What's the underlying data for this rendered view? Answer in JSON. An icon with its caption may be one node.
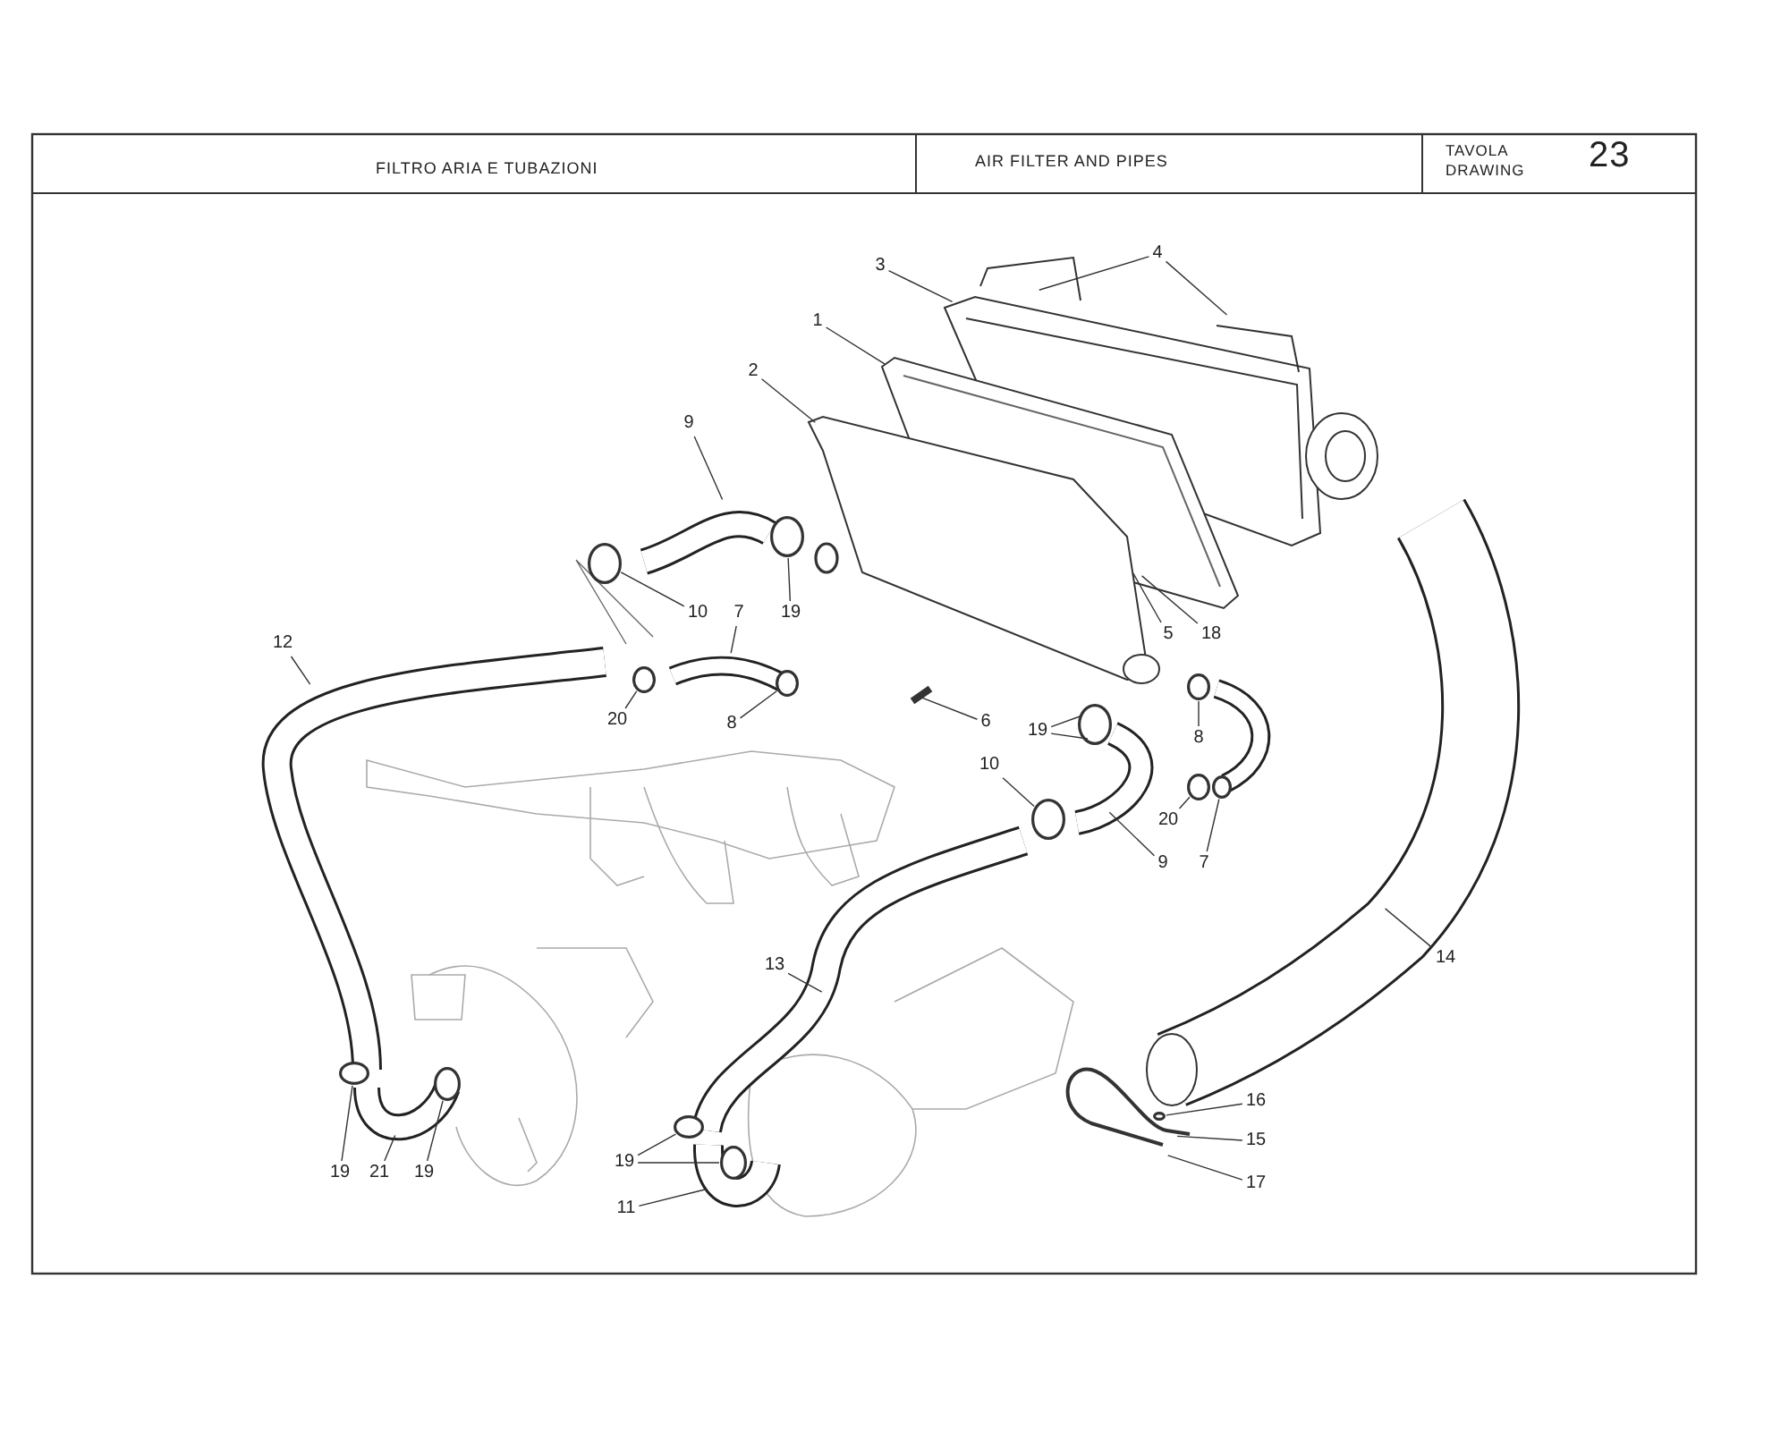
{
  "diagram": {
    "nodes": [
      {
        "text": [
          "4"
        ]
      },
      {
        "text": [
          "3"
        ]
      },
      {
        "text": [
          "1"
        ]
      },
      {
        "text": [
          "2"
        ]
      },
      {
        "text": [
          "9"
        ]
      },
      {
        "text": [
          "10"
        ]
      },
      {
        "text": [
          "7"
        ]
      },
      {
        "text": [
          "19"
        ]
      },
      {
        "text": [
          "5"
        ]
      },
      {
        "text": [
          "18"
        ]
      },
      {
        "text": [
          "12"
        ]
      },
      {
        "text": [
          "20"
        ]
      },
      {
        "text": [
          "6"
        ]
      },
      {
        "text": [
          "8"
        ]
      },
      {
        "text": [
          "19"
        ]
      },
      {
        "text": [
          "8"
        ]
      },
      {
        "text": [
          "10"
        ]
      },
      {
        "text": [
          "20"
        ]
      },
      {
        "text": [
          "9"
        ]
      },
      {
        "text": [
          "7"
        ]
      },
      {
        "text": [
          "14"
        ]
      },
      {
        "text": [
          "13"
        ]
      },
      {
        "text": [
          "16"
        ]
      },
      {
        "text": [
          "15"
        ]
      },
      {
        "text": [
          "19"
        ]
      },
      {
        "text": [
          "19"
        ]
      },
      {
        "text": [
          "21"
        ]
      },
      {
        "text": [
          "19"
        ]
      },
      {
        "text": [
          "17"
        ]
      },
      {
        "text": [
          "11"
        ]
      },
      {
        "text": [],
        "shape": "circle"
      },
      {
        "text": [],
        "shape": "circle"
      },
      {
        "text": [],
        "shape": "circle"
      },
      {
        "text": [],
        "shape": "circle"
      },
      {
        "text": [],
        "shape": "circle"
      },
      {
        "text": [],
        "shape": "circle"
      },
      {
        "text": [],
        "shape": "circle"
      },
      {
        "text": [],
        "shape": "circle"
      },
      {
        "text": [],
        "shape": "circle"
      },
      {
        "text": [],
        "shape": "circle"
      },
      {
        "text": [],
        "shape": "circle"
      },
      {
        "text": [],
        "shape": "circle"
      },
      {
        "text": [],
        "shape": "circle"
      },
      {
        "text": [],
        "shape": "circle"
      }
    ],
    "edges": [
      {
        "from": 0,
        "to": null,
        "arrow": "none"
      },
      {
        "from": 0,
        "to": null,
        "arrow": "none"
      },
      {
        "from": 1,
        "to": null,
        "arrow": "none"
      },
      {
        "from": 2,
        "to": null,
        "arrow": "none"
      },
      {
        "from": 3,
        "to": null,
        "arrow": "none"
      },
      {
        "from": 4,
        "to": null,
        "arrow": "none"
      },
      {
        "from": 5,
        "to": 30,
        "arrow": "none"
      },
      {
        "from": 6,
        "to": null,
        "arrow": "none"
      },
      {
        "from": 7,
        "to": 31,
        "arrow": "none"
      },
      {
        "from": 8,
        "to": null,
        "arrow": "none"
      },
      {
        "from": 9,
        "to": null,
        "arrow": "none"
      },
      {
        "from": 10,
        "to": null,
        "arrow": "none"
      },
      {
        "from": 11,
        "to": 32,
        "arrow": "none"
      },
      {
        "from": 12,
        "to": null,
        "arrow": "none"
      },
      {
        "from": 13,
        "to": 33,
        "arrow": "none"
      },
      {
        "from": 14,
        "to": 34,
        "arrow": "none"
      },
      {
        "from": 14,
        "to": 34,
        "arrow": "none"
      },
      {
        "from": 15,
        "to": 35,
        "arrow": "none"
      },
      {
        "from": 16,
        "to": 36,
        "arrow": "none"
      },
      {
        "from": 17,
        "to": 37,
        "arrow": "none"
      },
      {
        "from": 18,
        "to": null,
        "arrow": "none"
      },
      {
        "from": 19,
        "to": 38,
        "arrow": "none"
      },
      {
        "from": 20,
        "to": null,
        "arrow": "none"
      },
      {
        "from": 21,
        "to": null,
        "arrow": "none"
      },
      {
        "from": 22,
        "to": 43,
        "arrow": "none"
      },
      {
        "from": 23,
        "to": null,
        "arrow": "none"
      },
      {
        "from": 24,
        "to": 41,
        "arrow": "none"
      },
      {
        "from": 24,
        "to": 42,
        "arrow": "none"
      },
      {
        "from": 25,
        "to": 39,
        "arrow": "none"
      },
      {
        "from": 26,
        "to": null,
        "arrow": "none"
      },
      {
        "from": 27,
        "to": 40,
        "arrow": "none"
      },
      {
        "from": 28,
        "to": null,
        "arrow": "none"
      },
      {
        "from": 29,
        "to": null,
        "arrow": "none"
      }
    ],
    "labels": [
      "FILTRO ARIA E TUBAZIONI",
      "AIR FILTER AND PIPES",
      "TAVOLA",
      "DRAWING",
      "23"
    ]
  }
}
